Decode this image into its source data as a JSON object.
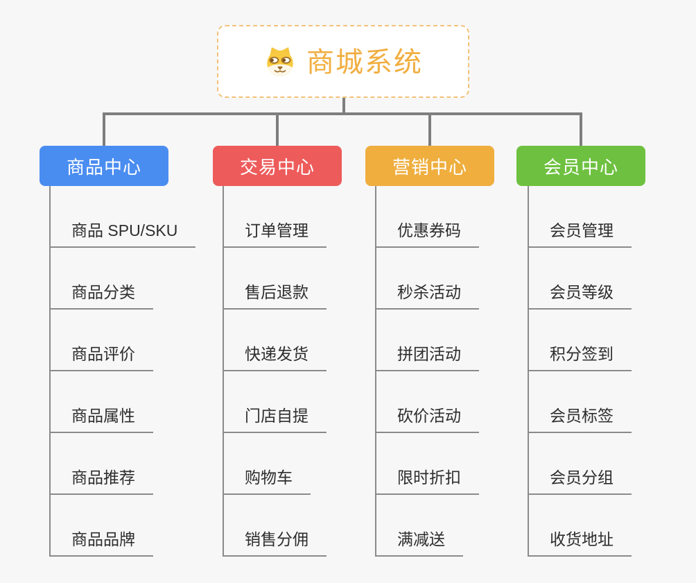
{
  "canvas": {
    "background_color": "#f7f7f8",
    "connector_color": "#7e7e7e",
    "branch_line_color": "#8a8a8a"
  },
  "root": {
    "title": "商城系统",
    "icon": "shiba-dog-icon",
    "accent_color": "#f1ae40",
    "border_color": "#f2c178"
  },
  "branches": [
    {
      "label": "商品中心",
      "color": "#4a8df0",
      "children": [
        "商品 SPU/SKU",
        "商品分类",
        "商品评价",
        "商品属性",
        "商品推荐",
        "商品品牌"
      ]
    },
    {
      "label": "交易中心",
      "color": "#ee5b5b",
      "children": [
        "订单管理",
        "售后退款",
        "快递发货",
        "门店自提",
        "购物车",
        "销售分佣"
      ]
    },
    {
      "label": "营销中心",
      "color": "#efae3e",
      "children": [
        "优惠券码",
        "秒杀活动",
        "拼团活动",
        "砍价活动",
        "限时折扣",
        "满减送"
      ]
    },
    {
      "label": "会员中心",
      "color": "#6ec140",
      "children": [
        "会员管理",
        "会员等级",
        "积分签到",
        "会员标签",
        "会员分组",
        "收货地址"
      ]
    }
  ]
}
